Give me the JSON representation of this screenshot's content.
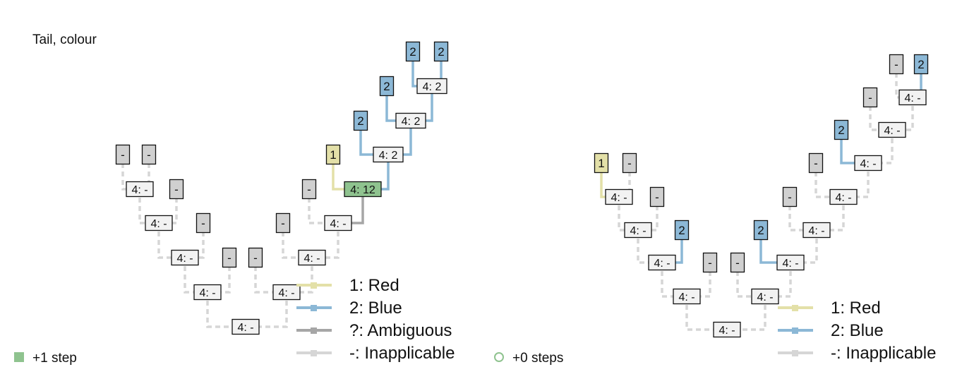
{
  "title": "Tail, colour",
  "colors": {
    "red": "#e3e0a8",
    "blue": "#8cb8d6",
    "ambiguous": "#a6a6a6",
    "inapplicable": "#d6d6d6",
    "step_fill": "#8fc38f",
    "text": "#111111"
  },
  "left_tree": {
    "tips": [
      {
        "label": "-",
        "state": "inapplicable"
      },
      {
        "label": "-",
        "state": "inapplicable"
      },
      {
        "label": "-",
        "state": "inapplicable"
      },
      {
        "label": "-",
        "state": "inapplicable"
      },
      {
        "label": "-",
        "state": "inapplicable"
      },
      {
        "label": "-",
        "state": "inapplicable"
      },
      {
        "label": "-",
        "state": "inapplicable"
      },
      {
        "label": "-",
        "state": "inapplicable"
      },
      {
        "label": "1",
        "state": "red"
      },
      {
        "label": "2",
        "state": "blue"
      },
      {
        "label": "2",
        "state": "blue"
      },
      {
        "label": "2",
        "state": "blue"
      },
      {
        "label": "2",
        "state": "blue"
      }
    ],
    "nodes": [
      {
        "label": "4: -"
      },
      {
        "label": "4: -"
      },
      {
        "label": "4: -"
      },
      {
        "label": "4: -"
      },
      {
        "label": "4: -"
      },
      {
        "label": "4: -"
      },
      {
        "label": "4: -"
      },
      {
        "label": "4: -"
      },
      {
        "label": "4: 12",
        "step": true
      },
      {
        "label": "4: 2"
      },
      {
        "label": "4: 2"
      },
      {
        "label": "4: 2"
      }
    ],
    "legend": [
      {
        "label": "1: Red",
        "state": "red"
      },
      {
        "label": "2: Blue",
        "state": "blue"
      },
      {
        "label": "?: Ambiguous",
        "state": "ambiguous"
      },
      {
        "label": "-: Inapplicable",
        "state": "inapplicable"
      }
    ],
    "steps_label": "+1 step"
  },
  "right_tree": {
    "tips": [
      {
        "label": "1",
        "state": "red"
      },
      {
        "label": "-",
        "state": "inapplicable"
      },
      {
        "label": "-",
        "state": "inapplicable"
      },
      {
        "label": "2",
        "state": "blue"
      },
      {
        "label": "-",
        "state": "inapplicable"
      },
      {
        "label": "-",
        "state": "inapplicable"
      },
      {
        "label": "2",
        "state": "blue"
      },
      {
        "label": "-",
        "state": "inapplicable"
      },
      {
        "label": "-",
        "state": "inapplicable"
      },
      {
        "label": "2",
        "state": "blue"
      },
      {
        "label": "-",
        "state": "inapplicable"
      },
      {
        "label": "-",
        "state": "inapplicable"
      },
      {
        "label": "2",
        "state": "blue"
      }
    ],
    "nodes": [
      {
        "label": "4: -"
      },
      {
        "label": "4: -"
      },
      {
        "label": "4: -"
      },
      {
        "label": "4: -"
      },
      {
        "label": "4: -"
      },
      {
        "label": "4: -"
      },
      {
        "label": "4: -"
      },
      {
        "label": "4: -"
      },
      {
        "label": "4: -"
      },
      {
        "label": "4: -"
      },
      {
        "label": "4: -"
      },
      {
        "label": "4: -"
      }
    ],
    "legend": [
      {
        "label": "1: Red",
        "state": "red"
      },
      {
        "label": "2: Blue",
        "state": "blue"
      },
      {
        "label": "-: Inapplicable",
        "state": "inapplicable"
      }
    ],
    "steps_label": "+0 steps"
  }
}
